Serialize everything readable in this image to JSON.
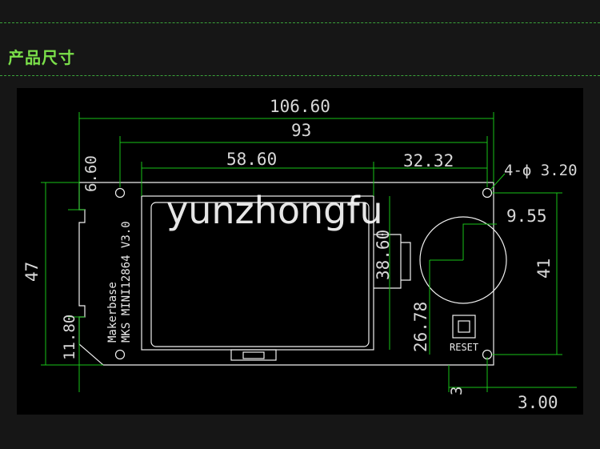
{
  "section": {
    "title": "产品尺寸"
  },
  "drawing": {
    "dimensions": {
      "total_width": "106.60",
      "inner_width": "93",
      "screen_width": "58.60",
      "right_width": "32.32",
      "holes": "4-ϕ 3.20",
      "left_top": "6.60",
      "height": "47",
      "left_bottom": "11.80",
      "knob_radius": "9.55",
      "right_height": "41",
      "screen_height": "38.60",
      "knob_offset": "26.78",
      "bottom_left": "3",
      "bottom_right": "3.00"
    },
    "labels": {
      "brand": "Makerbase",
      "model": "MKS MINI12864 V3.0",
      "reset": "RESET"
    }
  },
  "watermark": "yunzhongfu"
}
